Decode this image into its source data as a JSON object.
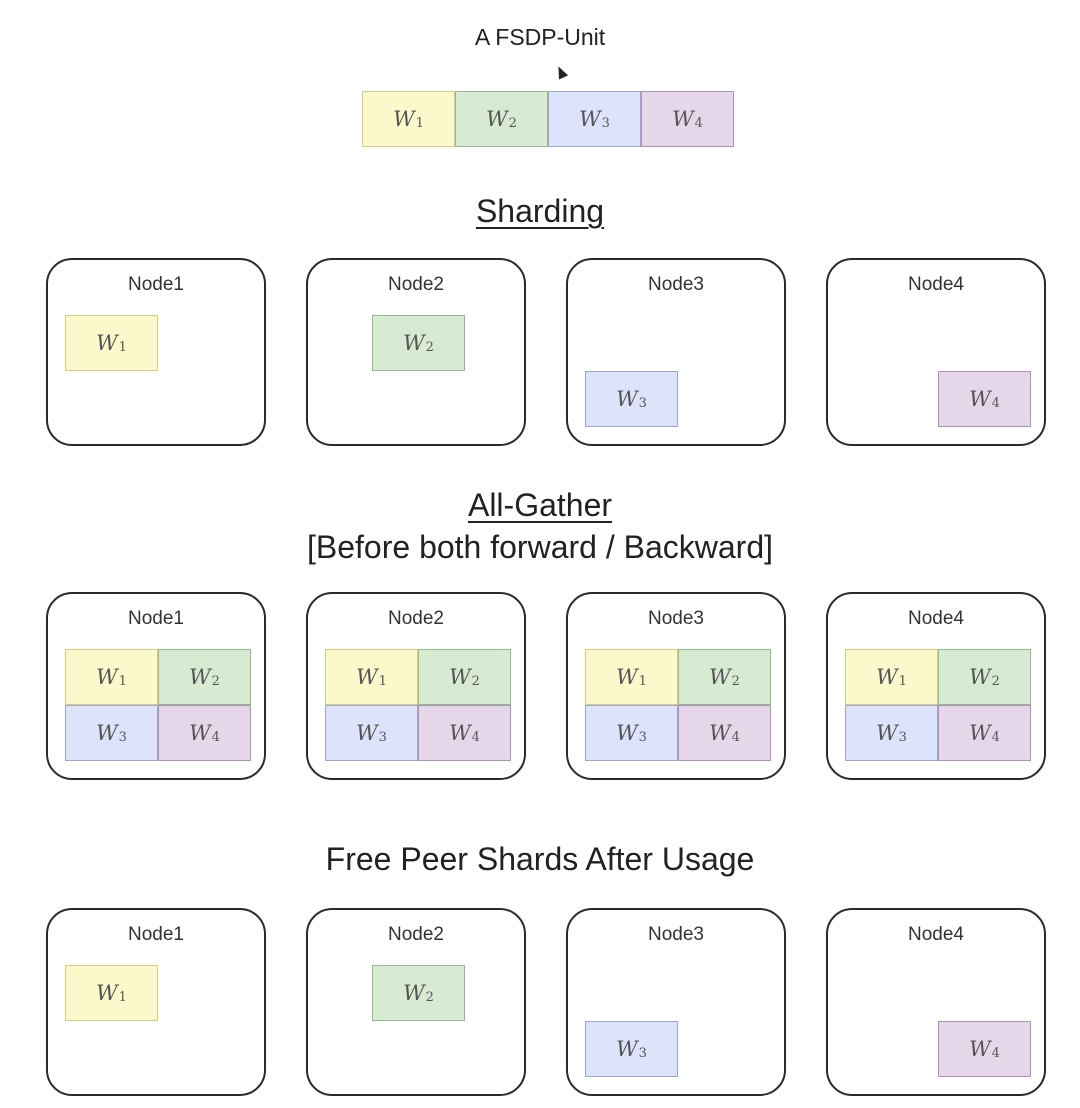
{
  "header": {
    "title": "A FSDP-Unit"
  },
  "unit": [
    {
      "sym": "W",
      "sub": "1",
      "color": "#fbf8cc"
    },
    {
      "sym": "W",
      "sub": "2",
      "color": "#d7ead2"
    },
    {
      "sym": "W",
      "sub": "3",
      "color": "#dde3fb"
    },
    {
      "sym": "W",
      "sub": "4",
      "color": "#e6d6ea"
    }
  ],
  "sections": {
    "sharding": "Sharding",
    "allgather": "All-Gather",
    "allgather_sub": "[Before both forward / Backward]",
    "free": "Free Peer Shards After Usage"
  },
  "nodes": [
    "Node1",
    "Node2",
    "Node3",
    "Node4"
  ]
}
